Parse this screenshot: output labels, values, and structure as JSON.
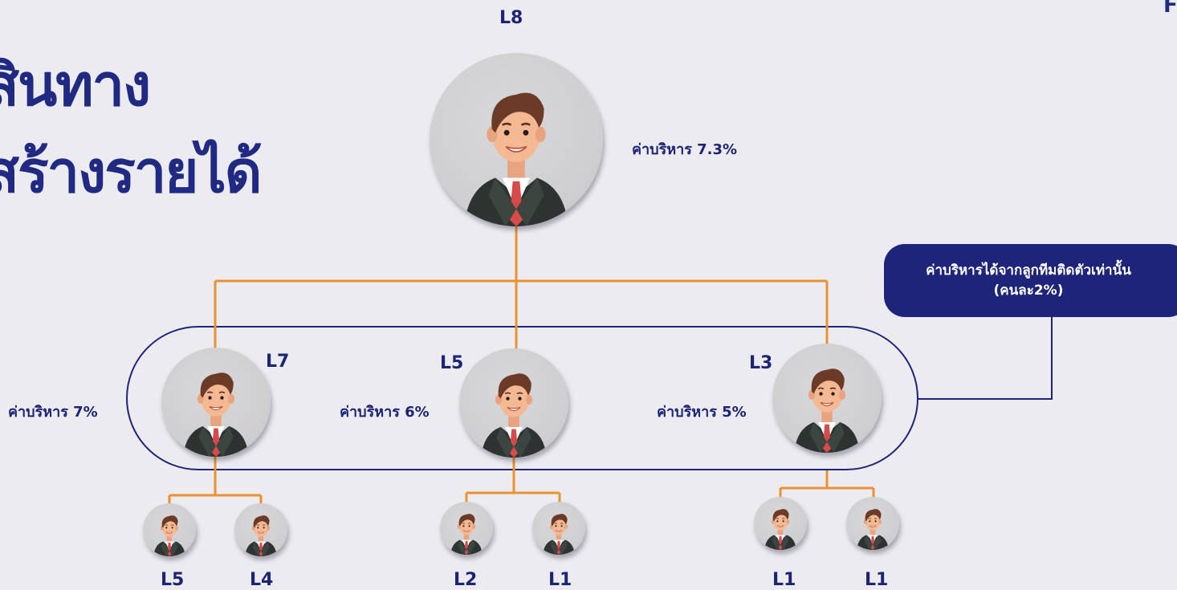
{
  "title": {
    "line1": "สินทาง",
    "line2": "สร้างรายได้"
  },
  "corner_mark": "F",
  "root": {
    "level": "L8",
    "fee": "ค่าบริหาร 7.3%"
  },
  "tier2": [
    {
      "level": "L7",
      "fee": "ค่าบริหาร 7%"
    },
    {
      "level": "L5",
      "fee": "ค่าบริหาร 6%"
    },
    {
      "level": "L3",
      "fee": "ค่าบริหาร 5%"
    }
  ],
  "tier3": [
    {
      "level": "L5"
    },
    {
      "level": "L4"
    },
    {
      "level": "L2"
    },
    {
      "level": "L1"
    },
    {
      "level": "L1"
    },
    {
      "level": "L1"
    }
  ],
  "callout": {
    "line1": "ค่าบริหารได้จากลูกทีมติดตัวเท่านั้น",
    "line2": "(คนละ2%)"
  },
  "colors": {
    "navy": "#1d2479",
    "connector": "#e89232",
    "background": "#ecebf0"
  }
}
